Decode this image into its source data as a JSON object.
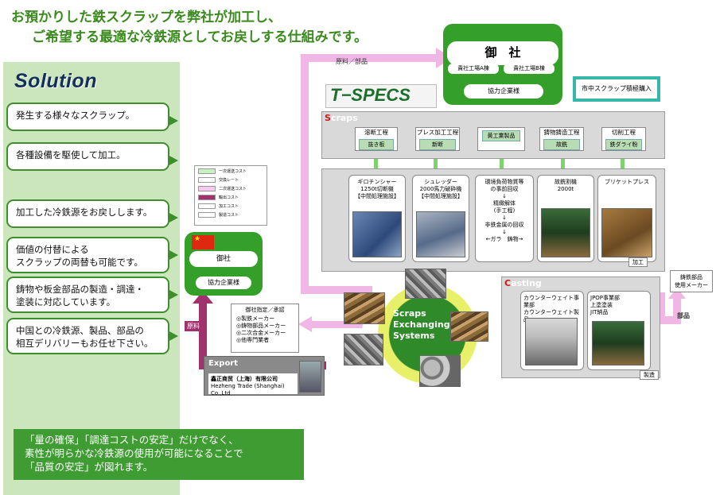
{
  "headline": {
    "line1": "お預かりした鉄スクラップを弊社が加工し、",
    "line2": "ご希望する最適な冷鉄源としてお戻しする仕組みです。"
  },
  "solution": {
    "title": "Solution",
    "bubbles": [
      "発生する様々なスクラップ。",
      "各種設備を駆使して加工。",
      "加工した冷鉄源をお戻しします。",
      "価値の付替による\nスクラップの両替も可能です。",
      "鋳物や板金部品の製造・調達・\n塗装に対応しています。",
      "中国との冷鉄源、製品、部品の\n相互デリバリーもお任せ下さい。"
    ],
    "bottom_text": "「量の確保」「調達コストの安定」だけでなく、\n素性が明らかな冷鉄源の使用が可能になることで\n「品質の安定」が図れます。"
  },
  "diagram": {
    "flow_label_top": "原料／部品",
    "client_top": {
      "title": "御　社",
      "plant_a": "貴社工場A棟",
      "plant_b": "貴社工場B棟",
      "partner": "協力企業様"
    },
    "brand": "T−SPECS",
    "market_purchase": "市中スクラップ積極購入",
    "scraps": {
      "header_initial": "S",
      "header_rest": "craps",
      "processes": [
        {
          "label": "溶断工程",
          "sub": "抜き板"
        },
        {
          "label": "プレス加工工程",
          "sub": "新断"
        },
        {
          "label": "",
          "sub": "黄工業製品"
        },
        {
          "label": "鋳物鋳造工程",
          "sub": "故銑"
        },
        {
          "label": "切削工程",
          "sub": "鉄ダライ粉"
        }
      ],
      "machines": [
        "ギロチンシャー\n1250t切断機\n【中間処理施設】",
        "シュレッダー\n2000馬力破砕機\n【中間処理施設】",
        "環境負荷物質等\nの事前回収\n↓\n精緻解体\n(手工程)\n↓\n非鉄金属の回収\n↓\n←ガラ　鋳物→",
        "故銑割機\n2000t",
        "ブリケットプレス"
      ],
      "process_tag": "加工"
    },
    "center": {
      "title": "Scraps\nExchanging\nSystems"
    },
    "casting": {
      "header_initial": "C",
      "header_rest": "asting",
      "col1": "カウンターウェイト事業部\nカウンターウェイト製品",
      "col2": "JPOP事業部\n上塗塗装\nJIT納品",
      "tag": "製造"
    },
    "right": {
      "parts_maker": "鋳鉄部品\n使用メーカー",
      "parts_label": "部品"
    },
    "legend": [
      {
        "label": "一次運送コスト",
        "color": "#c9f0c0"
      },
      {
        "label": "交換レート",
        "color": "#ffffff"
      },
      {
        "label": "二次運送コスト",
        "color": "#f6c9ee"
      },
      {
        "label": "輸出コスト",
        "color": "#a0336e"
      },
      {
        "label": "加工コスト",
        "color": "#ffffff"
      },
      {
        "label": "製造コスト",
        "color": "#ffffff"
      }
    ],
    "china": {
      "title": "御社",
      "partner": "協力企業様"
    },
    "designation": {
      "title": "御社指定／承認",
      "items": [
        "◎製鉄メーカー",
        "◎鋳物部品メーカー",
        "◎二次合金メーカー",
        "◎他専門業者"
      ]
    },
    "raw_label": "原料",
    "export": {
      "label": "Export",
      "company_cn": "鑫正商贸（上海）有限公司",
      "company_en": "Hezheng Trade (Shanghai)  Co.,Ltd"
    }
  },
  "colors": {
    "green": "#3c8f2a",
    "pink": "#f0b6e6",
    "magenta": "#a0336e",
    "teal": "#36b8a8",
    "red": "#d21616"
  }
}
